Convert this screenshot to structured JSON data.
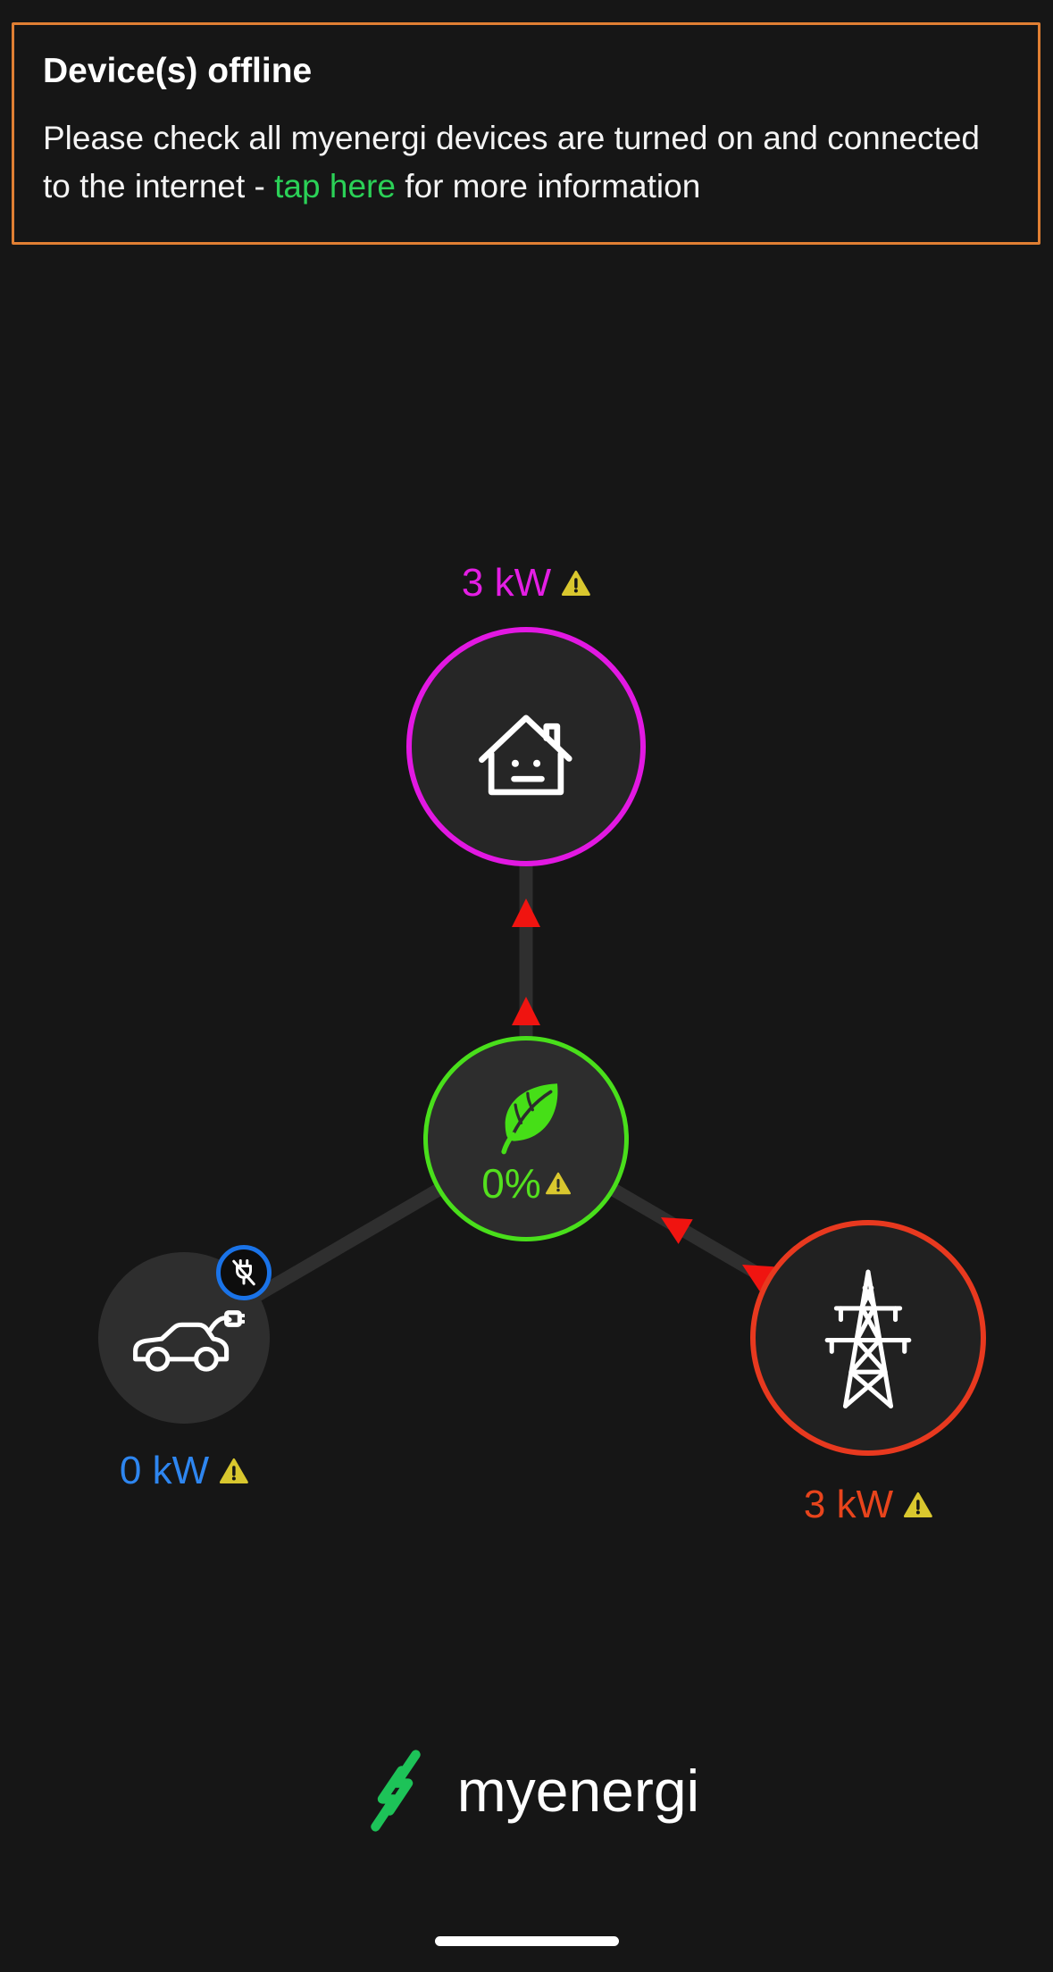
{
  "banner": {
    "title": "Device(s) offline",
    "body_before_link": "Please check all myenergi devices are turned on and connected to the internet - ",
    "link": "tap here",
    "body_after_link": " for more information"
  },
  "nodes": {
    "house": {
      "value": "3 kW"
    },
    "eco": {
      "value": "0%"
    },
    "car": {
      "value": "0 kW"
    },
    "grid": {
      "value": "3 kW"
    }
  },
  "footer": {
    "brand": "myenergi"
  },
  "icons": {
    "house": "house-icon",
    "eco": "leaf-icon",
    "car": "ev-car-icon",
    "car_badge": "plug-disconnected-icon",
    "grid": "pylon-icon",
    "warning": "warning-icon",
    "brand": "myenergi-logo-icon"
  },
  "colors": {
    "background": "#161616",
    "banner_border": "#e07f33",
    "link_green": "#2bd157",
    "house_magenta": "#e218e2",
    "eco_green": "#49df1b",
    "car_blue": "#2e86f0",
    "badge_blue": "#1a73e8",
    "grid_red": "#e8391f",
    "arrow_red": "#f01410",
    "warning_yellow": "#d9c72e"
  }
}
